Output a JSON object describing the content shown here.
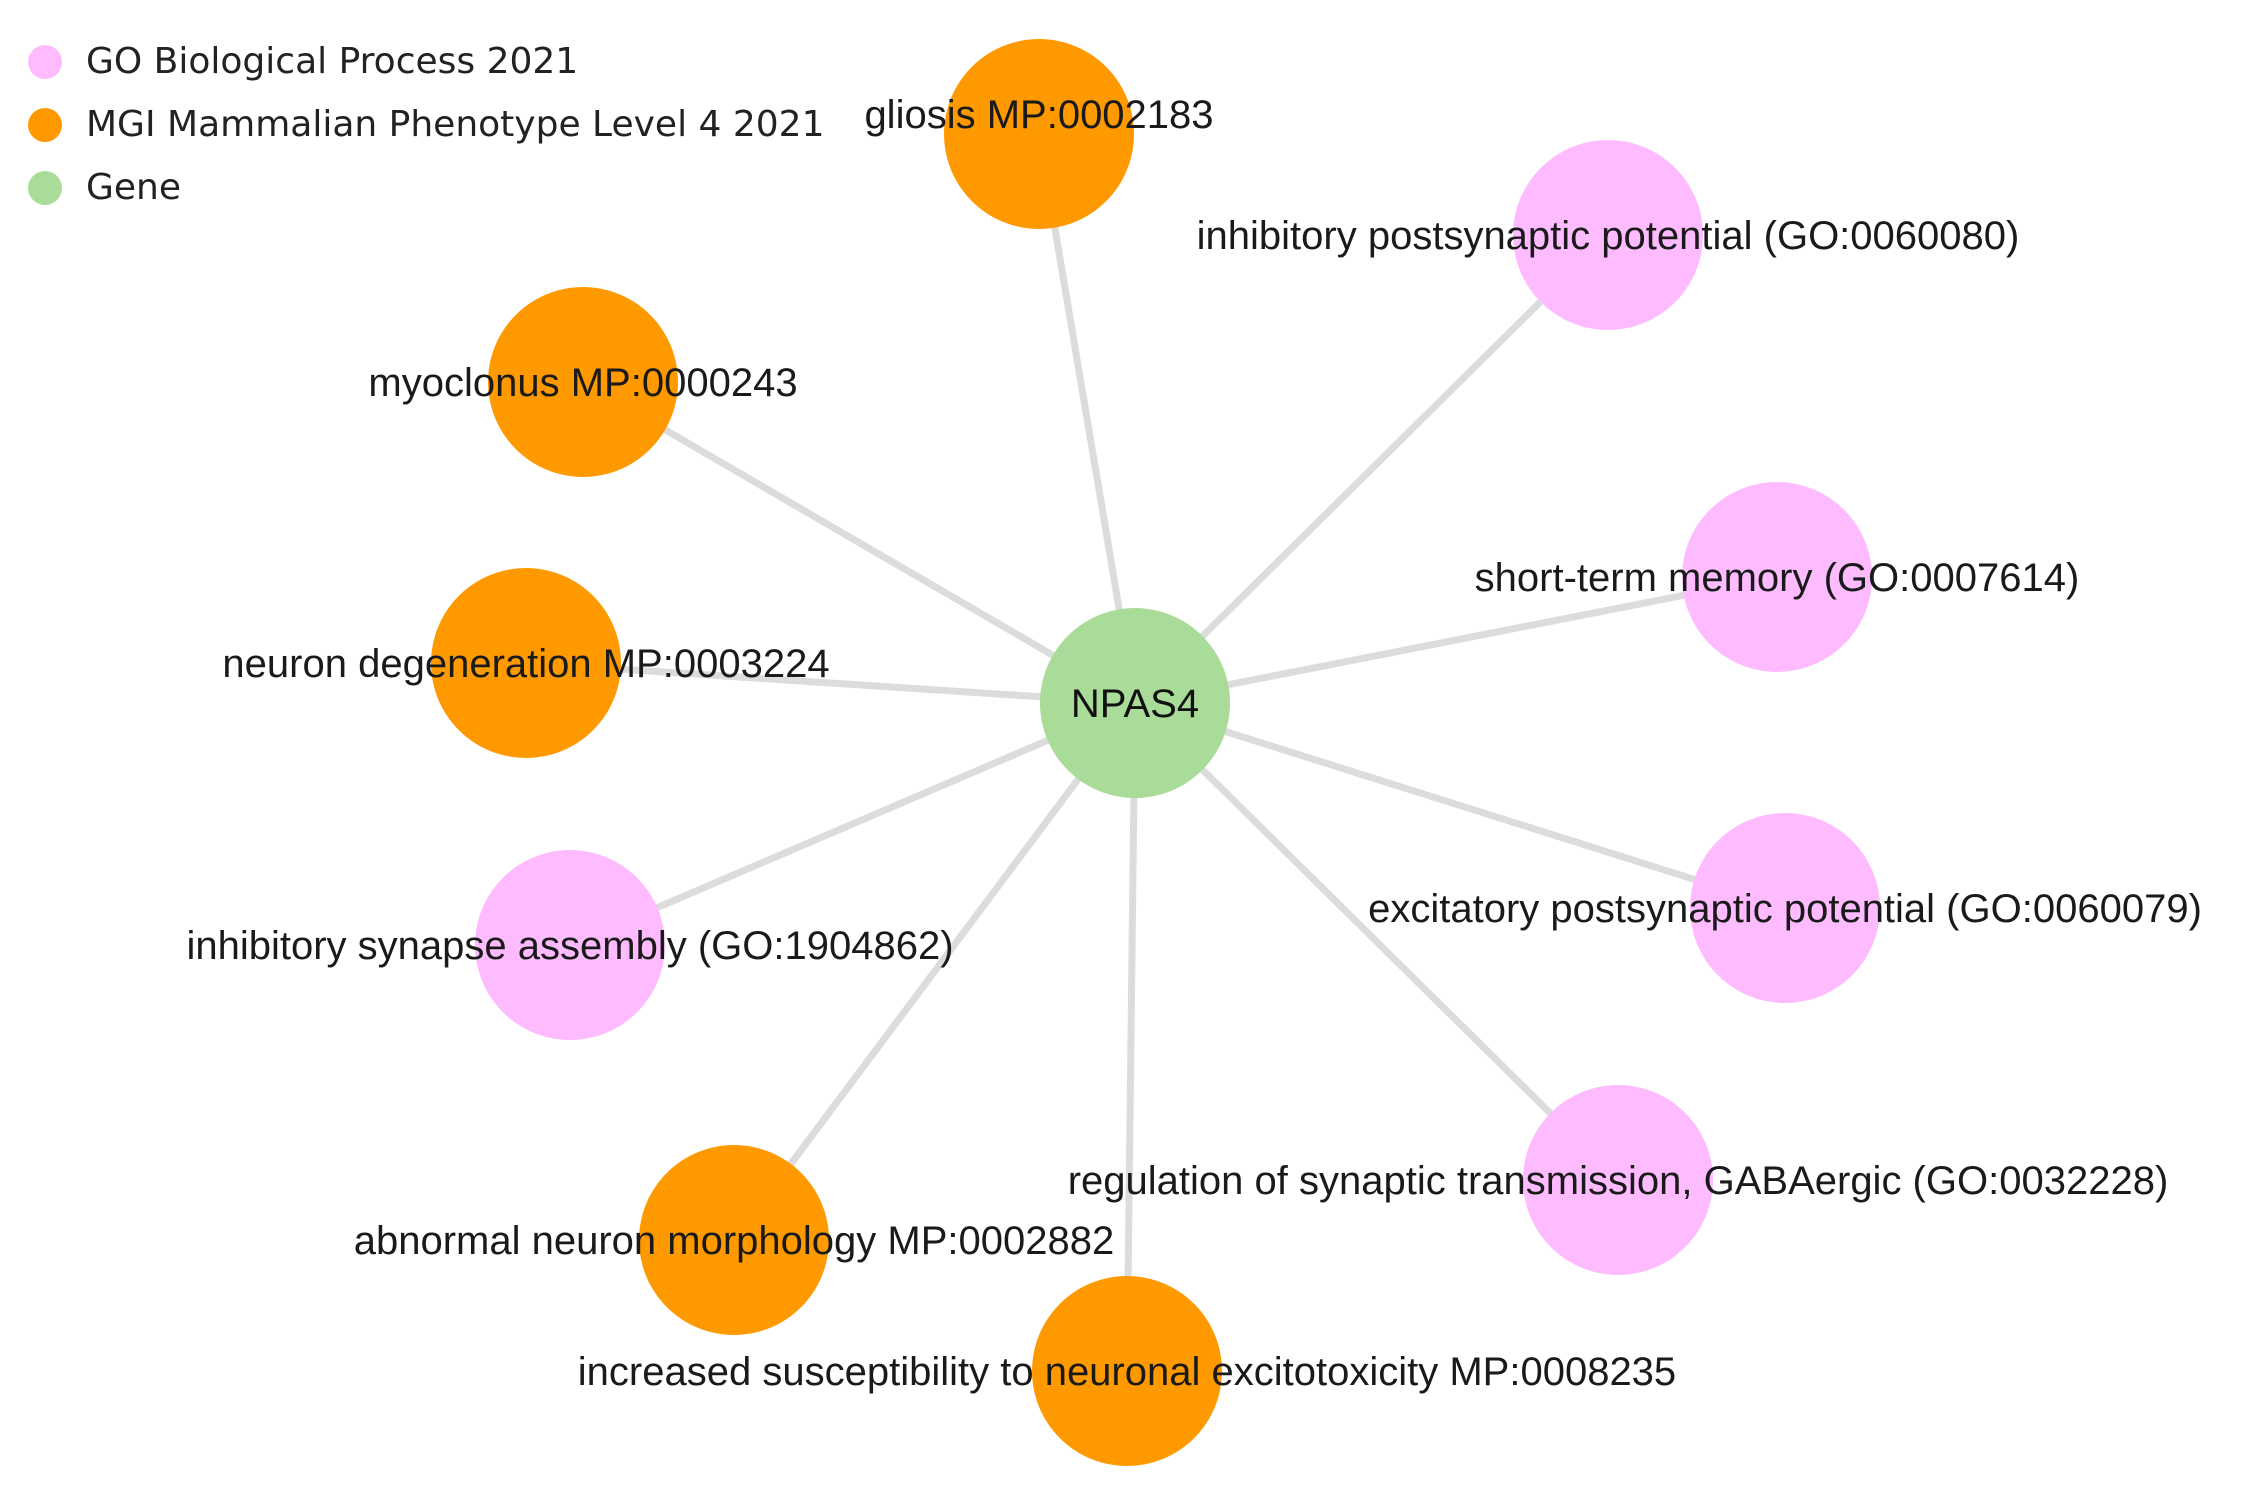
{
  "colors": {
    "go_biological_process": "#ffbbff",
    "mgi_phenotype": "#ff9900",
    "gene": "#a8dc98",
    "edge": "#dcdcdc"
  },
  "legend": {
    "items": [
      {
        "label": "GO Biological Process 2021",
        "category": "go_biological_process"
      },
      {
        "label": "MGI Mammalian Phenotype Level 4 2021",
        "category": "mgi_phenotype"
      },
      {
        "label": "Gene",
        "category": "gene"
      }
    ]
  },
  "network": {
    "center": {
      "label": "NPAS4",
      "category": "gene"
    },
    "nodes": [
      {
        "label": "gliosis MP:0002183",
        "category": "mgi_phenotype"
      },
      {
        "label": "inhibitory postsynaptic potential (GO:0060080)",
        "category": "go_biological_process"
      },
      {
        "label": "myoclonus MP:0000243",
        "category": "mgi_phenotype"
      },
      {
        "label": "short-term memory (GO:0007614)",
        "category": "go_biological_process"
      },
      {
        "label": "neuron degeneration MP:0003224",
        "category": "mgi_phenotype"
      },
      {
        "label": "excitatory postsynaptic potential (GO:0060079)",
        "category": "go_biological_process"
      },
      {
        "label": "inhibitory synapse assembly (GO:1904862)",
        "category": "go_biological_process"
      },
      {
        "label": "regulation of synaptic transmission, GABAergic (GO:0032228)",
        "category": "go_biological_process"
      },
      {
        "label": "abnormal neuron morphology MP:0002882",
        "category": "mgi_phenotype"
      },
      {
        "label": "increased susceptibility to neuronal excitotoxicity MP:0008235",
        "category": "mgi_phenotype"
      }
    ]
  }
}
